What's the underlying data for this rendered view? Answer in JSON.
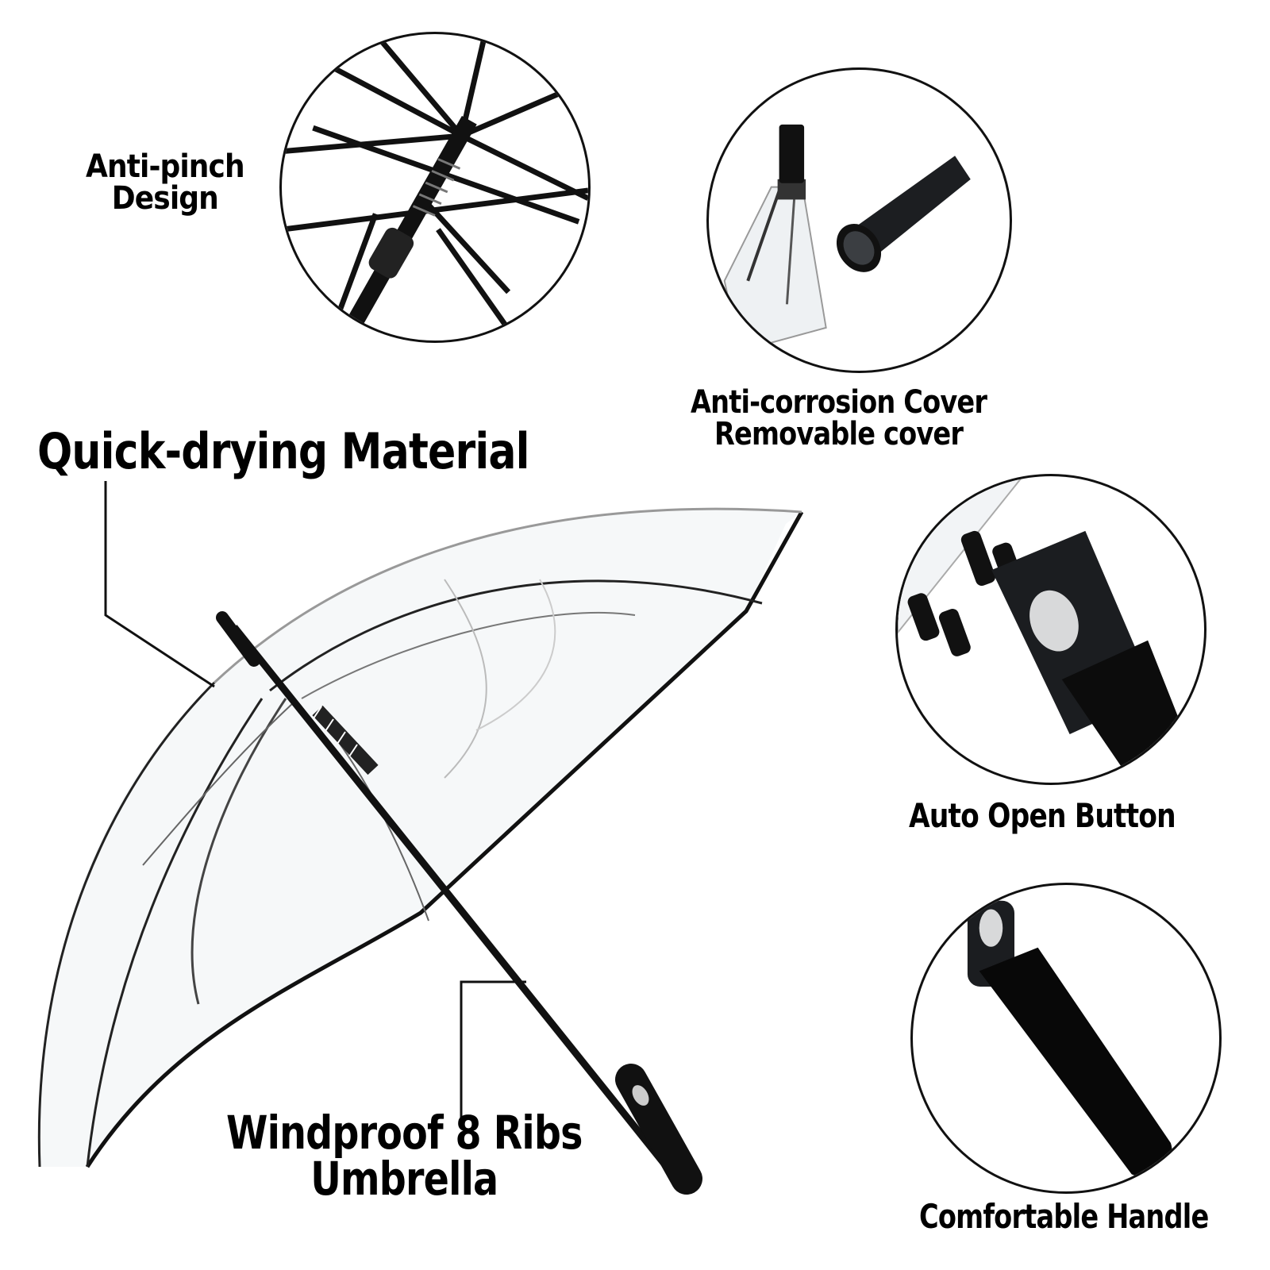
{
  "labels": {
    "anti_pinch": [
      "Anti-pinch",
      "Design"
    ],
    "anti_corrosion": [
      "Anti-corrosion Cover",
      "Removable cover"
    ],
    "quick_drying": "Quick-drying Material",
    "auto_open": "Auto Open Button",
    "windproof": [
      "Windproof 8 Ribs",
      "Umbrella"
    ],
    "handle": "Comfortable Handle"
  },
  "colors": {
    "background": "#ffffff",
    "frame": "#111111",
    "canopy_edge": "#222222",
    "canopy_fill": "#f4f6f7"
  }
}
